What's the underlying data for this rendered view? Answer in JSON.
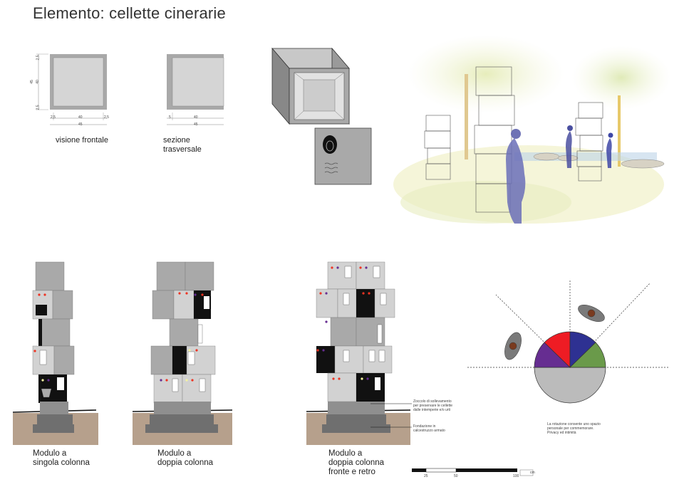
{
  "title": "Elemento: cellette cinerarie",
  "views": {
    "front_caption": "visione frontale",
    "section_caption_line1": "sezione",
    "section_caption_line2": "trasversale",
    "front_dims": {
      "inner": "40",
      "outer": "45",
      "left": "2,5",
      "right": "2,5",
      "height_outer": "45",
      "height_inner": "40",
      "top": "2,5",
      "bottom": "2,5"
    },
    "section_dims": {
      "inner": "40",
      "outer": "45",
      "left": "5"
    }
  },
  "modules": [
    {
      "line1": "Modulo a",
      "line2": "singola colonna",
      "line3": ""
    },
    {
      "line1": "Modulo a",
      "line2": "doppia colonna",
      "line3": ""
    },
    {
      "line1": "Modulo a",
      "line2": "doppia colonna",
      "line3": "fronte e retro"
    }
  ],
  "annotations": {
    "plinth_line1": "Zoccolo di sollevamento",
    "plinth_line2": "per preservare le cellette",
    "plinth_line3": "dalle intemperie e/o urti",
    "foundation_line1": "Fondazione in",
    "foundation_line2": "calcestruzzo armato"
  },
  "rotation_note": {
    "line1": "La rotazione consente uno spazio",
    "line2": "personale per commemorare.",
    "line3": "Privacy ed intimità"
  },
  "scale_bar": {
    "labels": [
      "25",
      "50",
      "100"
    ],
    "unit": "cm"
  },
  "colors": {
    "cell_gray": "#a9a9a9",
    "cell_light": "#d2d2d2",
    "ground": "#b6a08c",
    "pie_red": "#ee1c24",
    "pie_blue": "#2e3192",
    "pie_green": "#6a9a4a",
    "pie_purple": "#662d91",
    "pie_gray": "#bbbbbb"
  }
}
